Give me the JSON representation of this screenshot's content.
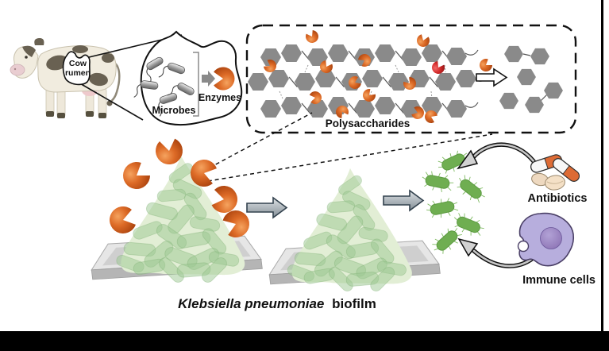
{
  "figure": {
    "cow_rumen": {
      "line1": "Cow",
      "line2": "rumen"
    },
    "microbes_label": "Microbes",
    "enzymes_label": "Enzymes",
    "polysaccharides_label": "Polysaccharides",
    "antibiotics_label": "Antibiotics",
    "immune_cells_label": "Immune cells",
    "caption": {
      "species": "Klebsiella pneumoniae",
      "suffix": "biofilm"
    }
  },
  "colors": {
    "enzyme_orange": "#dd6b27",
    "enzyme_orange_light": "#f5a35f",
    "enzyme_orange_dark": "#a8410d",
    "enzyme_red": "#d42b2b",
    "polysaccharide_grey": "#8a8a8a",
    "biofilm_matrix_green": "#e2eed5",
    "biofilm_cell_green": "#9cc791",
    "planktonic_green": "#6fae51",
    "immune_cell_purple": "#b7aedd",
    "immune_nucleus_purple": "#8d74b5",
    "capsule_orange": "#dd6b35",
    "tablet_beige": "#f4e0c6",
    "tray_grey": "#cfcfcf",
    "arrow_outline": "#33424e",
    "frame_black": "#000000"
  },
  "icons": {
    "cow-icon": "dairy cow illustration",
    "rumen-callout-icon": "rumen shape outlined on cow",
    "microbe-icon": "flagellated rod-shaped microbe",
    "enzyme-icon": "orange pac-man enzyme",
    "hexagon-sugar-icon": "grey hexagon sugar unit",
    "degradation-arrow-icon": "white outline block arrow",
    "process-arrow-icon": "grey block arrow",
    "zoom-circle-icon": "dashed magnifier circle",
    "capsule-pill-icon": "antibiotic capsule",
    "tablet-pill-icon": "antibiotic tablet",
    "immune-cell-icon": "purple immune cell with nucleus",
    "planktonic-bacterium-icon": "dispersed green bacterium with pili",
    "curved-arrow-icon": "curved grey arrow"
  }
}
